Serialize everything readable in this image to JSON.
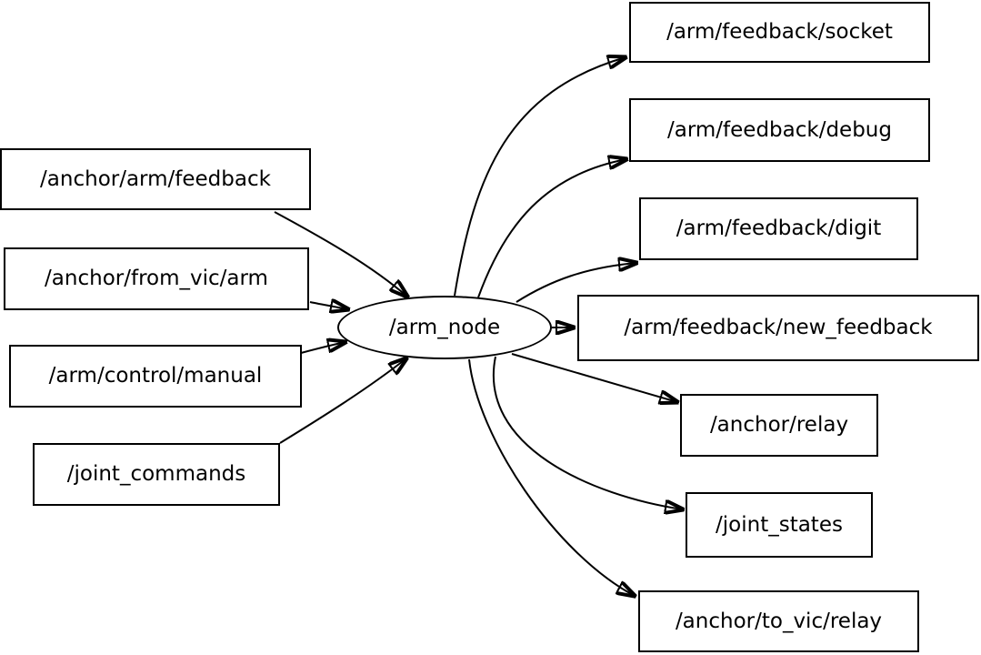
{
  "graph": {
    "background_color": "#ffffff",
    "line_color": "#000000",
    "text_color": "#000000",
    "node": {
      "label": "/arm_node",
      "shape": "ellipse"
    },
    "input_topics": [
      {
        "label": "/anchor/arm/feedback"
      },
      {
        "label": "/anchor/from_vic/arm"
      },
      {
        "label": "/arm/control/manual"
      },
      {
        "label": "/joint_commands"
      }
    ],
    "output_topics": [
      {
        "label": "/arm/feedback/socket"
      },
      {
        "label": "/arm/feedback/debug"
      },
      {
        "label": "/arm/feedback/digit"
      },
      {
        "label": "/arm/feedback/new_feedback"
      },
      {
        "label": "/anchor/relay"
      },
      {
        "label": "/joint_states"
      },
      {
        "label": "/anchor/to_vic/relay"
      }
    ],
    "edges": [
      {
        "from": "/anchor/arm/feedback",
        "to": "/arm_node"
      },
      {
        "from": "/anchor/from_vic/arm",
        "to": "/arm_node"
      },
      {
        "from": "/arm/control/manual",
        "to": "/arm_node"
      },
      {
        "from": "/joint_commands",
        "to": "/arm_node"
      },
      {
        "from": "/arm_node",
        "to": "/arm/feedback/socket"
      },
      {
        "from": "/arm_node",
        "to": "/arm/feedback/debug"
      },
      {
        "from": "/arm_node",
        "to": "/arm/feedback/digit"
      },
      {
        "from": "/arm_node",
        "to": "/arm/feedback/new_feedback"
      },
      {
        "from": "/arm_node",
        "to": "/anchor/relay"
      },
      {
        "from": "/arm_node",
        "to": "/joint_states"
      },
      {
        "from": "/arm_node",
        "to": "/anchor/to_vic/relay"
      }
    ]
  }
}
